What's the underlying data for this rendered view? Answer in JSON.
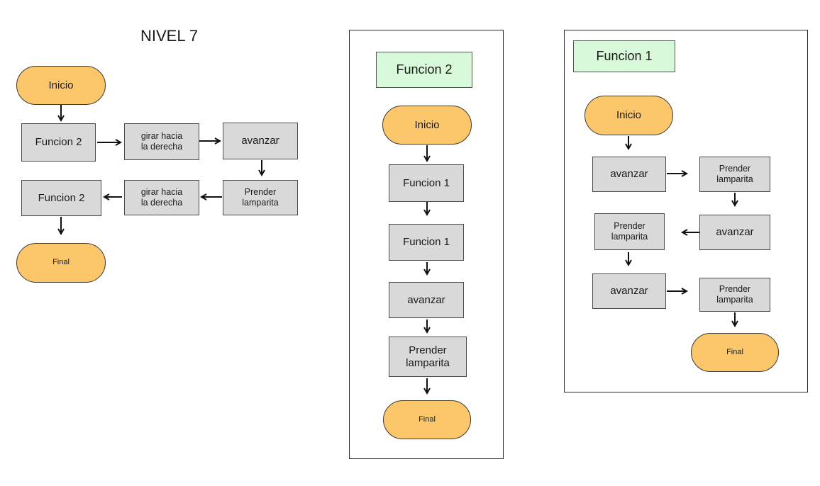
{
  "main": {
    "title": "NIVEL 7",
    "inicio": "Inicio",
    "funcion2_a": "Funcion 2",
    "girar_a": "girar hacia\nla derecha",
    "avanzar": "avanzar",
    "prender": "Prender\nlamparita",
    "girar_b": "girar hacia\nla derecha",
    "funcion2_b": "Funcion 2",
    "final": "Final"
  },
  "funcion2": {
    "header": "Funcion 2",
    "inicio": "Inicio",
    "funcion1_a": "Funcion 1",
    "funcion1_b": "Funcion 1",
    "avanzar": "avanzar",
    "prender": "Prender\nlamparita",
    "final": "Final"
  },
  "funcion1": {
    "header": "Funcion 1",
    "inicio": "Inicio",
    "avanzar_1": "avanzar",
    "prender_1": "Prender\nlamparita",
    "avanzar_2": "avanzar",
    "prender_2": "Prender\nlamparita",
    "avanzar_3": "avanzar",
    "prender_3": "Prender\nlamparita",
    "final": "Final"
  },
  "colors": {
    "terminal_fill": "#fcc76a",
    "process_fill": "#d9d9d9",
    "function_label_fill": "#d7f8d9"
  }
}
